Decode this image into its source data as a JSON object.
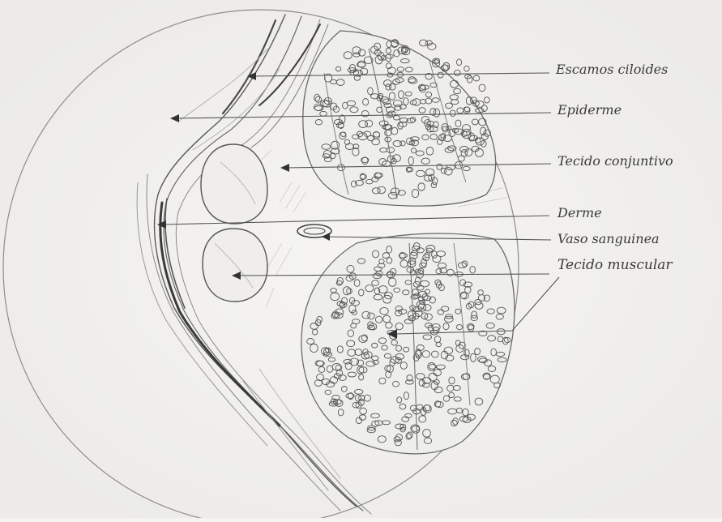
{
  "colors": {
    "paper": "#f4f3f1",
    "pencil": "#4d4d4d",
    "pencil_light": "#9a9a9a",
    "ink_dark": "#2f2f2f"
  },
  "labels": {
    "escamas": "Escamos ciloides",
    "epiderme": "Epiderme",
    "conjuntivo": "Tecido conjuntivo",
    "derme": "Derme",
    "vaso": "Vaso sanguinea",
    "muscular": "Tecido muscular"
  }
}
